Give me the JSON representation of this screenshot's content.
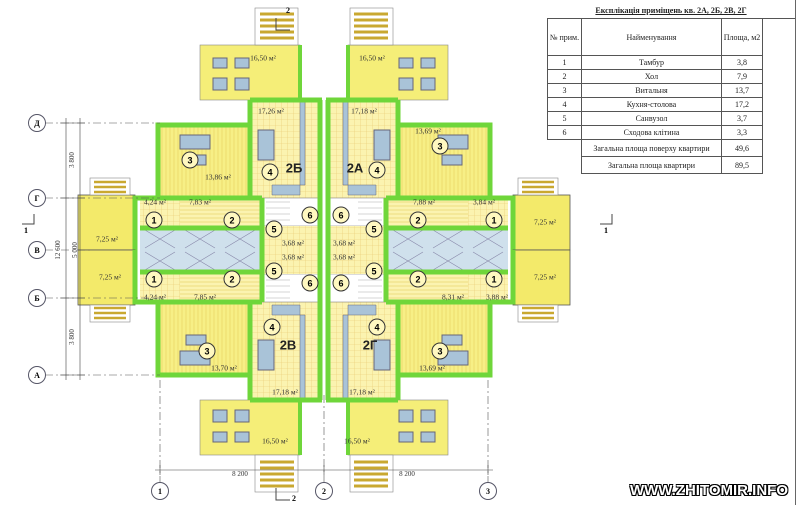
{
  "table": {
    "title": "Експлікація приміщень кв. 2А, 2Б, 2В, 2Г",
    "headers": {
      "num": "№ прим.",
      "name": "Найменування",
      "area": "Площа, м2"
    },
    "rows": [
      {
        "num": "1",
        "name": "Тамбур",
        "area": "3,8"
      },
      {
        "num": "2",
        "name": "Хол",
        "area": "7,9"
      },
      {
        "num": "3",
        "name": "Витальня",
        "area": "13,7"
      },
      {
        "num": "4",
        "name": "Кухня-столова",
        "area": "17,2"
      },
      {
        "num": "5",
        "name": "Санвузол",
        "area": "3,7"
      },
      {
        "num": "6",
        "name": "Сходова клітина",
        "area": "3,3"
      }
    ],
    "totals": [
      {
        "name": "Загальна площа поверху квартири",
        "area": "49,6"
      },
      {
        "name": "Загальна площа квартири",
        "area": "89,5"
      }
    ]
  },
  "apartments": [
    "2Б",
    "2А",
    "2В",
    "2Г"
  ],
  "areas": [
    "16,50 м²",
    "16,50 м²",
    "16,50 м²",
    "16,50 м²",
    "17,26 м²",
    "17,18 м²",
    "17,18 м²",
    "17,18 м²",
    "13,86 м²",
    "13,69 м²",
    "13,70 м²",
    "13,69 м²",
    "4,24 м²",
    "7,83 м²",
    "7,88 м²",
    "3,84 м²",
    "4,24 м²",
    "7,85 м²",
    "8,31 м²",
    "3,88 м²",
    "7,25 м²",
    "7,25 м²",
    "7,25 м²",
    "7,25 м²",
    "3,68 м²",
    "3,68 м²",
    "3,68 м²",
    "3,68 м²"
  ],
  "room_numbers": [
    "1",
    "1",
    "1",
    "1",
    "2",
    "2",
    "2",
    "2",
    "3",
    "3",
    "3",
    "3",
    "4",
    "4",
    "4",
    "4",
    "5",
    "5",
    "5",
    "5",
    "6",
    "6",
    "6",
    "6"
  ],
  "axes_rows": [
    "Д",
    "Г",
    "В",
    "Б",
    "А"
  ],
  "axes_cols": [
    "1",
    "2",
    "3"
  ],
  "dimensions": {
    "d1": "3 800",
    "d2": "3 800",
    "total": "12 600",
    "mid": "5 000",
    "w1": "8 200",
    "w2": "8 200"
  },
  "sections": {
    "top": "2",
    "bottom": "2",
    "left": "1",
    "right": "1"
  },
  "watermark": "WWW.ZHITOMIR.INFO",
  "colors": {
    "wall": "#6fd63a",
    "floor": "#f7ef86",
    "tile": "#fbf3b0",
    "furniture": "#a9c3d8"
  }
}
